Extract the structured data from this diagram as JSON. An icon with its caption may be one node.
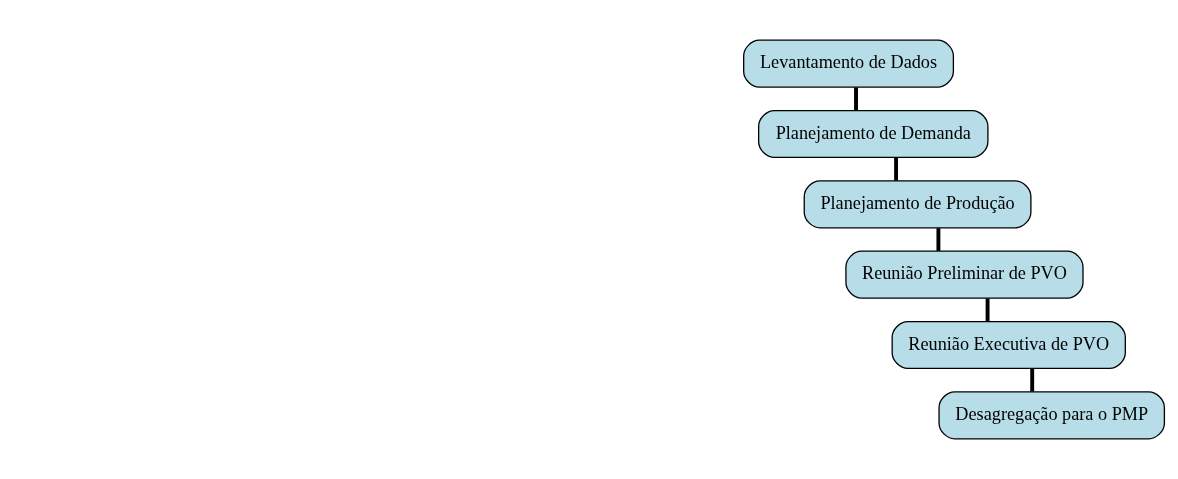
{
  "diagram": {
    "nodes": [
      {
        "text": [
          "Levantamento de Dados"
        ]
      },
      {
        "text": [
          "Planejamento de Demanda"
        ]
      },
      {
        "text": [
          "Planejamento de Produção"
        ]
      },
      {
        "text": [
          "Reunião Preliminar de PVO"
        ]
      },
      {
        "text": [
          "Reunião Executiva de PVO"
        ]
      },
      {
        "text": [
          "Desagregação para o PMP"
        ]
      }
    ],
    "edges": [
      {
        "from": 0,
        "to": 1,
        "arrow": "none"
      },
      {
        "from": 1,
        "to": 2,
        "arrow": "none"
      },
      {
        "from": 2,
        "to": 3,
        "arrow": "none"
      },
      {
        "from": 3,
        "to": 4,
        "arrow": "none"
      },
      {
        "from": 4,
        "to": 5,
        "arrow": "none"
      }
    ]
  }
}
